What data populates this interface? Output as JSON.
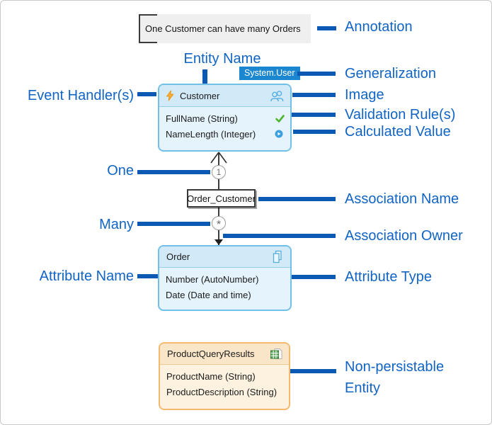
{
  "colors": {
    "callout_text": "#1164c4",
    "connector": "#0c59b4",
    "blue_entity_border": "#72c0e8",
    "blue_entity_header_bg": "#d2eaf8",
    "blue_entity_body_bg": "#e4f3fc",
    "orange_entity_border": "#f4b96d",
    "orange_entity_header_bg": "#f9e6c8",
    "orange_entity_body_bg": "#fdf2e0",
    "generalization_badge_bg": "#1a87d0",
    "annotation_box_bg": "#efefef"
  },
  "annotation_box": {
    "text": "One Customer can have many Orders"
  },
  "callouts": {
    "annotation": "Annotation",
    "entity_name": "Entity Name",
    "generalization": "Generalization",
    "event_handlers": "Event Handler(s)",
    "image": "Image",
    "validation_rules": "Validation Rule(s)",
    "calculated_value": "Calculated Value",
    "one": "One",
    "association_name": "Association Name",
    "many": "Many",
    "association_owner": "Association Owner",
    "attribute_name": "Attribute Name",
    "attribute_type": "Attribute Type",
    "non_persistable_entity": "Non-persistable Entity"
  },
  "customer_entity": {
    "generalization_badge": "System.User",
    "name": "Customer",
    "header_icons": {
      "left": "event-handler-lightning-icon",
      "right": "entity-image-people-icon"
    },
    "attributes": [
      {
        "text": "FullName (String)",
        "icon": "validation-check-icon"
      },
      {
        "text": "NameLength (Integer)",
        "icon": "calculated-value-icon"
      }
    ]
  },
  "association": {
    "name": "Order_Customer",
    "one_symbol": "1",
    "many_symbol": "*"
  },
  "order_entity": {
    "name": "Order",
    "header_icons": {
      "right": "persistable-pages-icon"
    },
    "attributes": [
      {
        "text": "Number (AutoNumber)"
      },
      {
        "text": "Date (Date and time)"
      }
    ]
  },
  "product_entity": {
    "name": "ProductQueryResults",
    "header_icons": {
      "right": "non-persistable-table-icon"
    },
    "attributes": [
      {
        "text": "ProductName (String)"
      },
      {
        "text": "ProductDescription (String)"
      }
    ]
  }
}
